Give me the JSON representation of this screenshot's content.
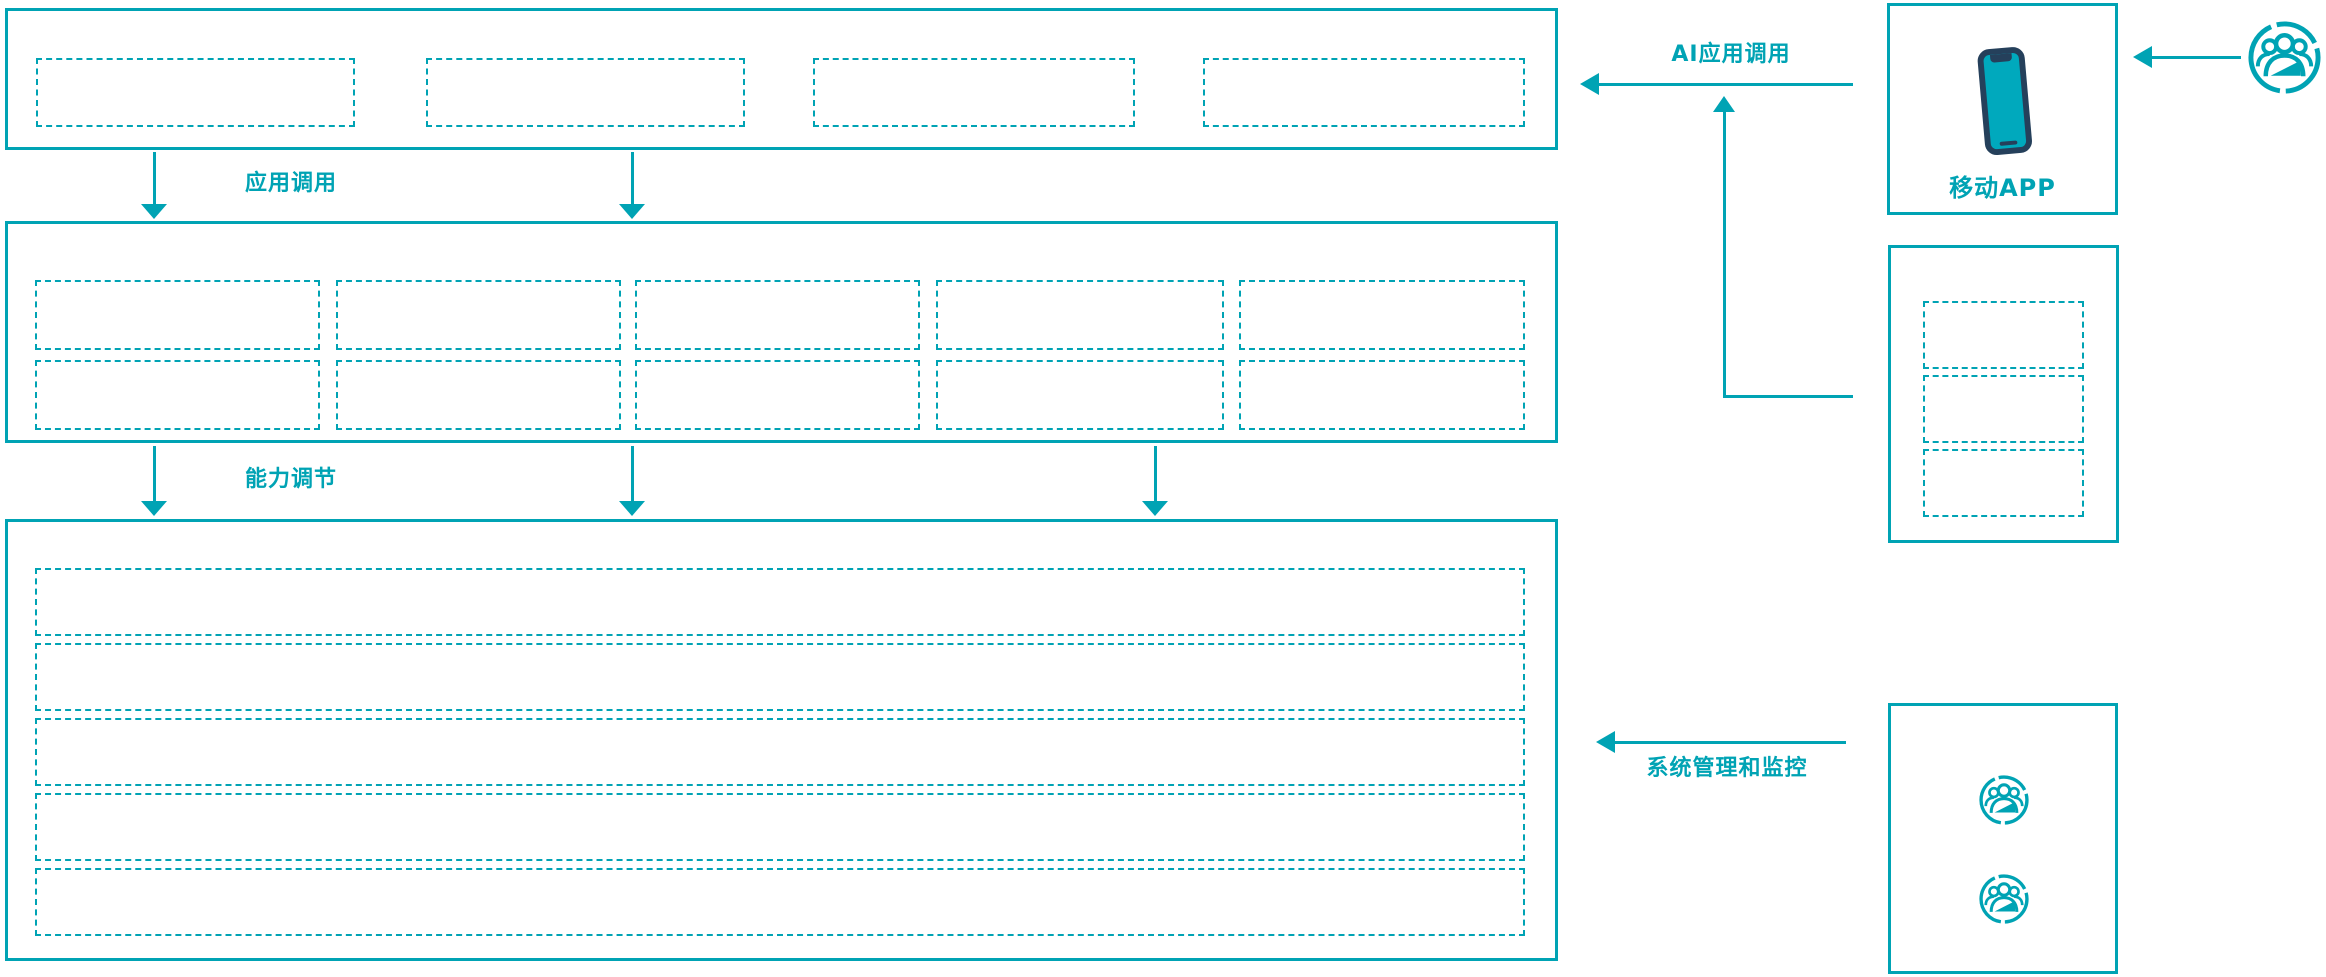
{
  "labels": {
    "app_call": "应用调用",
    "capability_adjust": "能力调节",
    "ai_app_call": "AI应用调用",
    "mobile_app": "移动APP",
    "system_management": "系统管理和监控"
  },
  "colors": {
    "accent_teal": "#00a3b4",
    "phone_frame_navy": "#25405b",
    "phone_screen_teal": "#00a9bd",
    "background": "#ffffff"
  },
  "icons": {
    "smartphone": "smartphone-icon",
    "user_group": "user-group-icon"
  },
  "structure": {
    "top_layer_placeholder_count": 4,
    "middle_layer_placeholder_rows": 2,
    "middle_layer_placeholder_cols": 5,
    "bottom_layer_placeholder_rows": 5,
    "right_panel_placeholder_count": 3,
    "admin_panel_user_icon_count": 2
  }
}
